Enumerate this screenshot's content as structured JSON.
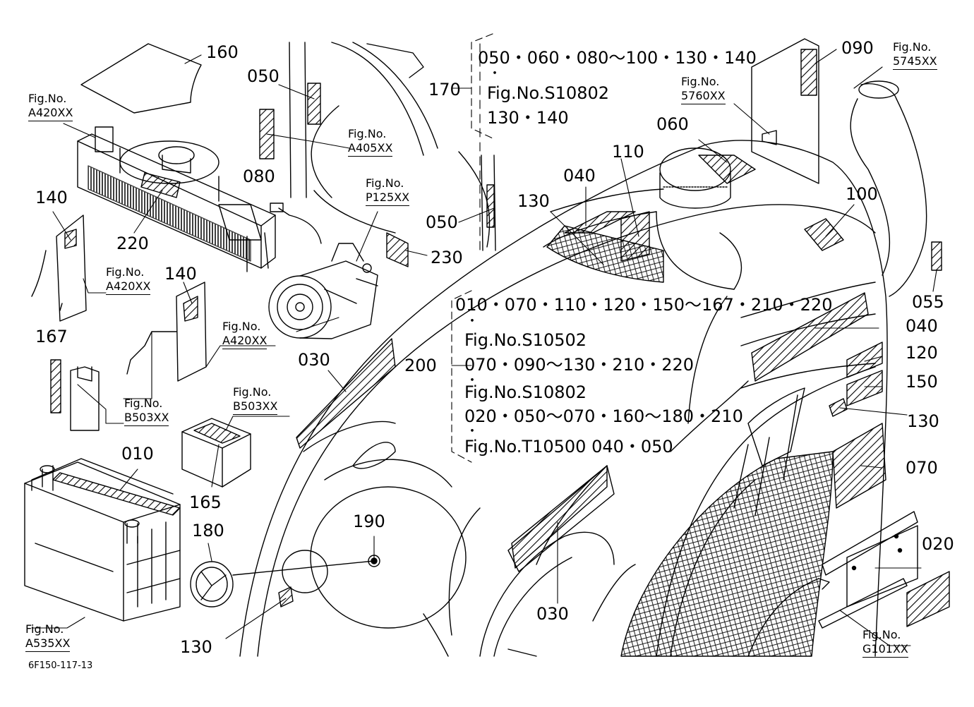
{
  "parts": {
    "p160": "160",
    "p050a": "050",
    "p080": "080",
    "p220": "220",
    "p140a": "140",
    "p140b": "140",
    "p167": "167",
    "p010": "010",
    "p165": "165",
    "p180": "180",
    "p130a": "130",
    "p190": "190",
    "p050b": "050",
    "p230": "230",
    "p030a": "030",
    "p030b": "030",
    "p200": "200",
    "p170": "170",
    "p040a": "040",
    "p110": "110",
    "p130b": "130",
    "p060": "060",
    "p090": "090",
    "p100": "100",
    "p055": "055",
    "p040b": "040",
    "p120": "120",
    "p150": "150",
    "p130c": "130",
    "p070": "070",
    "p020": "020"
  },
  "fig_refs": {
    "a420_top": {
      "prefix": "Fig.No.",
      "ref": "A420XX"
    },
    "a405": {
      "prefix": "Fig.No.",
      "ref": "A405XX"
    },
    "p125": {
      "prefix": "Fig.No.",
      "ref": "P125XX"
    },
    "a420_mid": {
      "prefix": "Fig.No.",
      "ref": "A420XX"
    },
    "a420_right": {
      "prefix": "Fig.No.",
      "ref": "A420XX"
    },
    "b503_left": {
      "prefix": "Fig.No.",
      "ref": "B503XX"
    },
    "b503_right": {
      "prefix": "Fig.No.",
      "ref": "B503XX"
    },
    "a535": {
      "prefix": "Fig.No.",
      "ref": "A535XX"
    },
    "f5760": {
      "prefix": "Fig.No.",
      "ref": "5760XX"
    },
    "f5745": {
      "prefix": "Fig.No.",
      "ref": "5745XX"
    },
    "g101": {
      "prefix": "Fig.No.",
      "ref": "G101XX"
    }
  },
  "notes": {
    "n170_l1": "050・060・080～100・130・140",
    "n170_l2": "・",
    "n170_l3": "Fig.No.S10802",
    "n170_l4": "130・140",
    "n200_l1": "010・070・110・120・150～167・210・220",
    "n200_l2": "・",
    "n200_l3": "Fig.No.S10502",
    "n200_l4": "070・090～130・210・220",
    "n200_l5": "・",
    "n200_l6": "Fig.No.S10802",
    "n200_l7": "020・050～070・160～180・210",
    "n200_l8": "・",
    "n200_l9": "Fig.No.T10500  040・050"
  },
  "drawing_code": "6F150-117-13"
}
